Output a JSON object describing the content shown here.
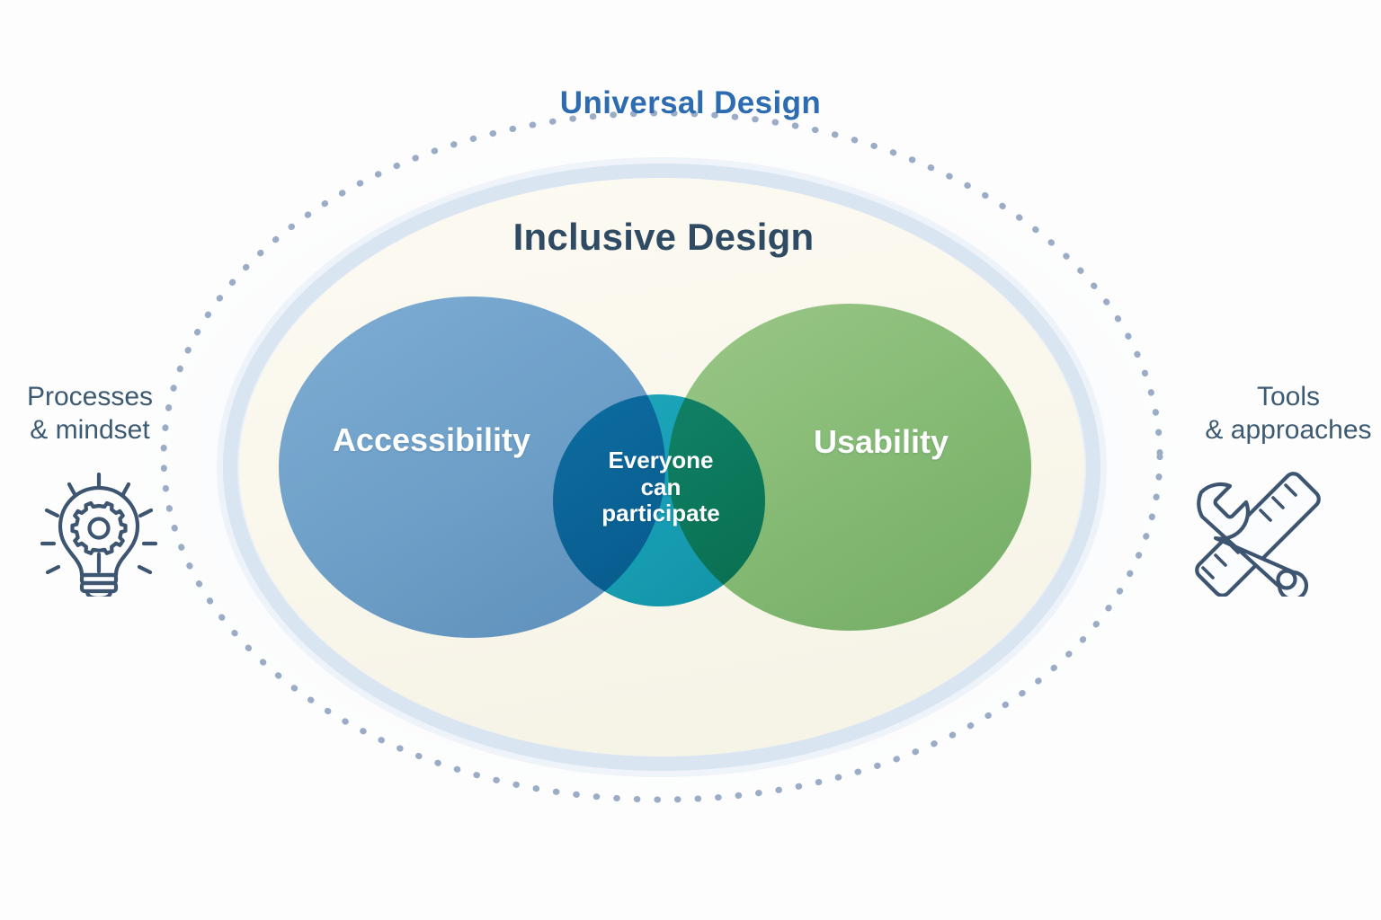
{
  "diagram": {
    "title": "Universal Design",
    "inner_title": "Inclusive Design",
    "circles": {
      "left": {
        "label": "Accessibility",
        "color": "#6fa4d8"
      },
      "right": {
        "label": "Usability",
        "color": "#82bd7c"
      },
      "overlap": {
        "label": "Everyone\ncan\nparticipate",
        "color": "#0fa3c4"
      }
    },
    "field_color": "#faf7ee",
    "halo_color": "#c6d5e8",
    "dot_color": "#9badc6",
    "title_color": "#2d6cb0",
    "inner_title_color": "#2f4a63",
    "caption_color": "#3d5a73"
  },
  "side_notes": {
    "left": {
      "text": "Processes\n& mindset",
      "icon": "lightbulb-gear-icon"
    },
    "right": {
      "text": "Tools\n& approaches",
      "icon": "wrench-ruler-icon"
    }
  },
  "chart_data": {
    "type": "diagram",
    "subtype": "venn-euler",
    "title": "Universal Design",
    "sets": [
      {
        "name": "Accessibility",
        "color": "#6fa4d8",
        "note": "Processes & mindset"
      },
      {
        "name": "Usability",
        "color": "#82bd7c",
        "note": "Tools & approaches"
      }
    ],
    "intersection": {
      "name": "Everyone can participate",
      "color": "#0fa3c4"
    },
    "containers": [
      {
        "name": "Inclusive Design",
        "color": "#faf7ee"
      },
      {
        "name": "Universal Design",
        "color": "#c6d5e8",
        "style": "dotted-outline"
      }
    ]
  }
}
